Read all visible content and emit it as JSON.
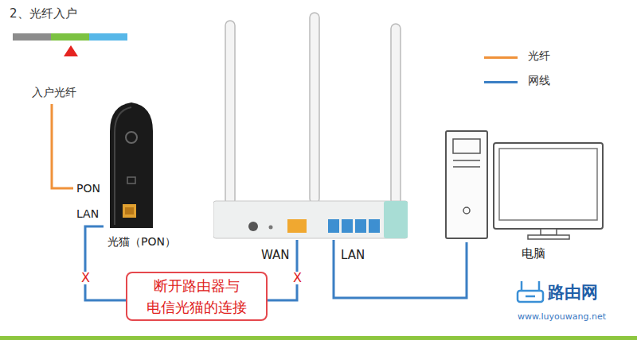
{
  "diagram": {
    "nodes": [
      {
        "text": [
          "光猫（PON）"
        ]
      },
      {
        "text": [
          "WAN",
          "LAN"
        ]
      },
      {
        "text": [
          "电脑"
        ]
      },
      {
        "text": [
          "断开路由器与 电信光猫的连接"
        ]
      }
    ],
    "edges": [
      {
        "from": 0,
        "to": 1,
        "arrow": "none"
      },
      {
        "from": 1,
        "to": 2,
        "arrow": "none"
      }
    ],
    "labels": [
      "2、光纤入户",
      "入户光纤",
      "PON",
      "LAN",
      "X",
      "X",
      "路由网",
      "www.luyouwang.net"
    ],
    "legend": [
      {
        "text": "光纤",
        "color": "#f0923a"
      },
      {
        "text": "网线",
        "color": "#3b7fc4"
      }
    ]
  }
}
